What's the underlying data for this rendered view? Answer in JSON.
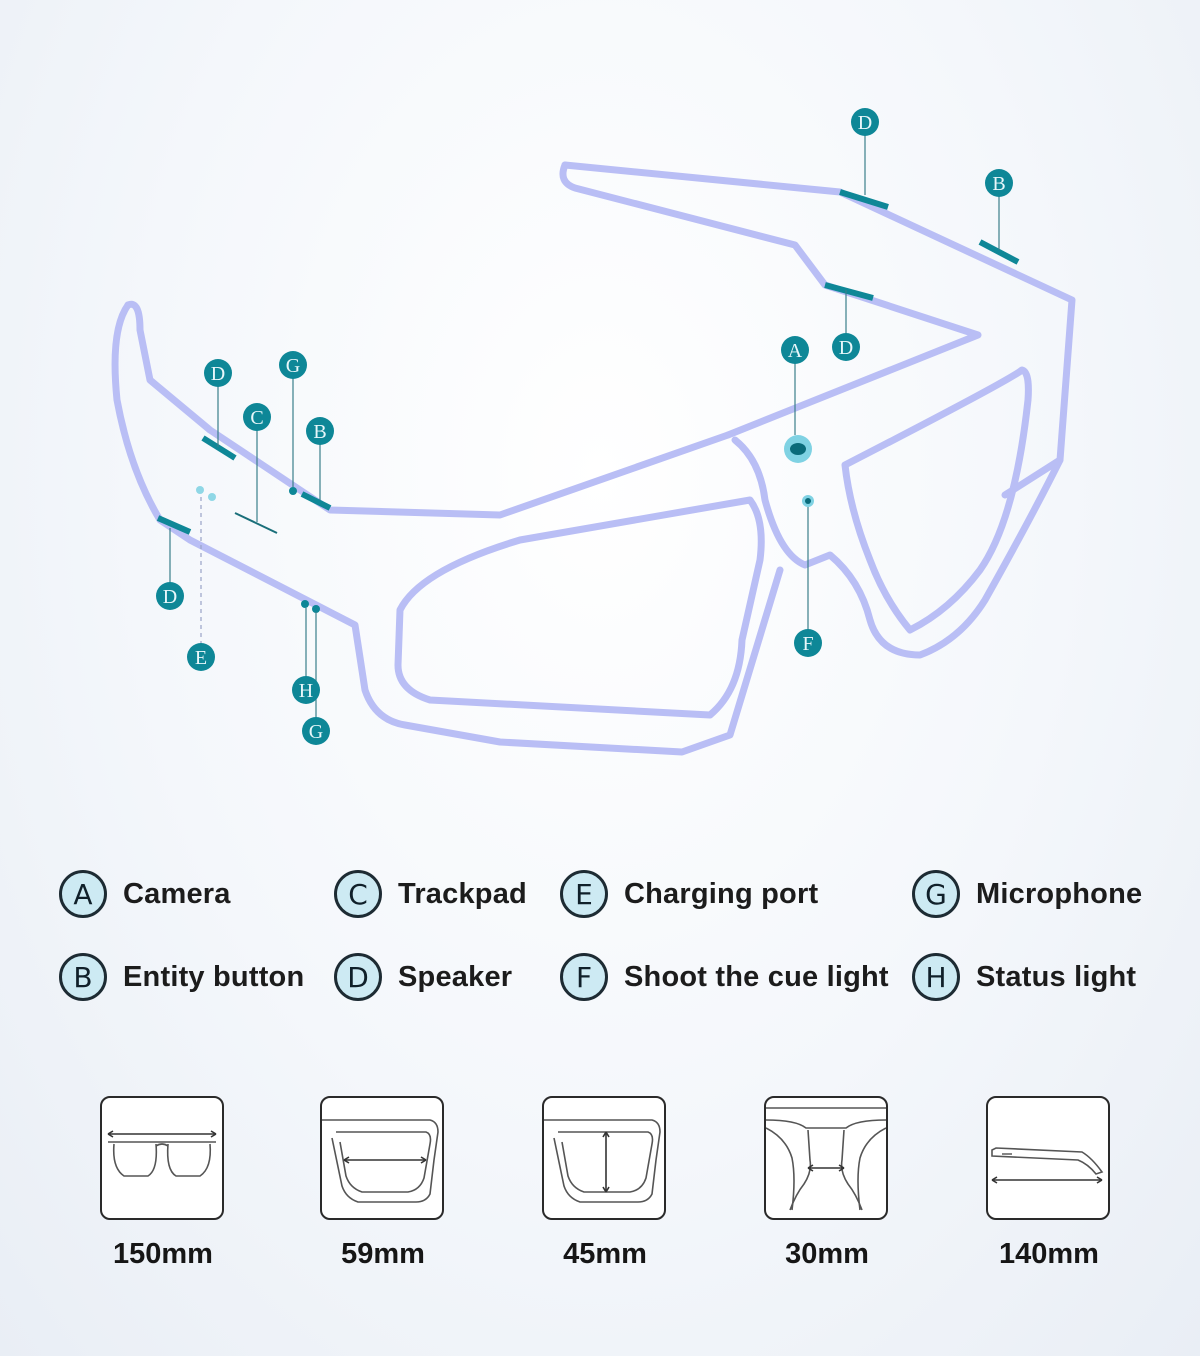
{
  "callouts": {
    "camera": "A",
    "entity_button_right": "B",
    "entity_button_left": "B",
    "trackpad": "C",
    "speaker_right_top": "D",
    "speaker_right_bottom": "D",
    "speaker_left_top": "D",
    "speaker_left_bottom": "D",
    "charging_port": "E",
    "cue_light": "F",
    "microphone_top": "G",
    "microphone_bottom": "G",
    "status_light": "H"
  },
  "legend": [
    {
      "letter": "A",
      "label": "Camera"
    },
    {
      "letter": "C",
      "label": "Trackpad"
    },
    {
      "letter": "E",
      "label": "Charging port"
    },
    {
      "letter": "G",
      "label": "Microphone"
    },
    {
      "letter": "B",
      "label": "Entity button"
    },
    {
      "letter": "D",
      "label": "Speaker"
    },
    {
      "letter": "F",
      "label": "Shoot the cue light"
    },
    {
      "letter": "H",
      "label": "Status light"
    }
  ],
  "dimensions": [
    {
      "value": "150mm",
      "icon": "frame-width-icon"
    },
    {
      "value": "59mm",
      "icon": "lens-width-icon"
    },
    {
      "value": "45mm",
      "icon": "lens-height-icon"
    },
    {
      "value": "30mm",
      "icon": "bridge-width-icon"
    },
    {
      "value": "140mm",
      "icon": "temple-length-icon"
    }
  ],
  "colors": {
    "frame_outline": "#b9bef5",
    "accent_teal": "#0e8797",
    "legend_badge_fill": "#cdeaf3"
  }
}
